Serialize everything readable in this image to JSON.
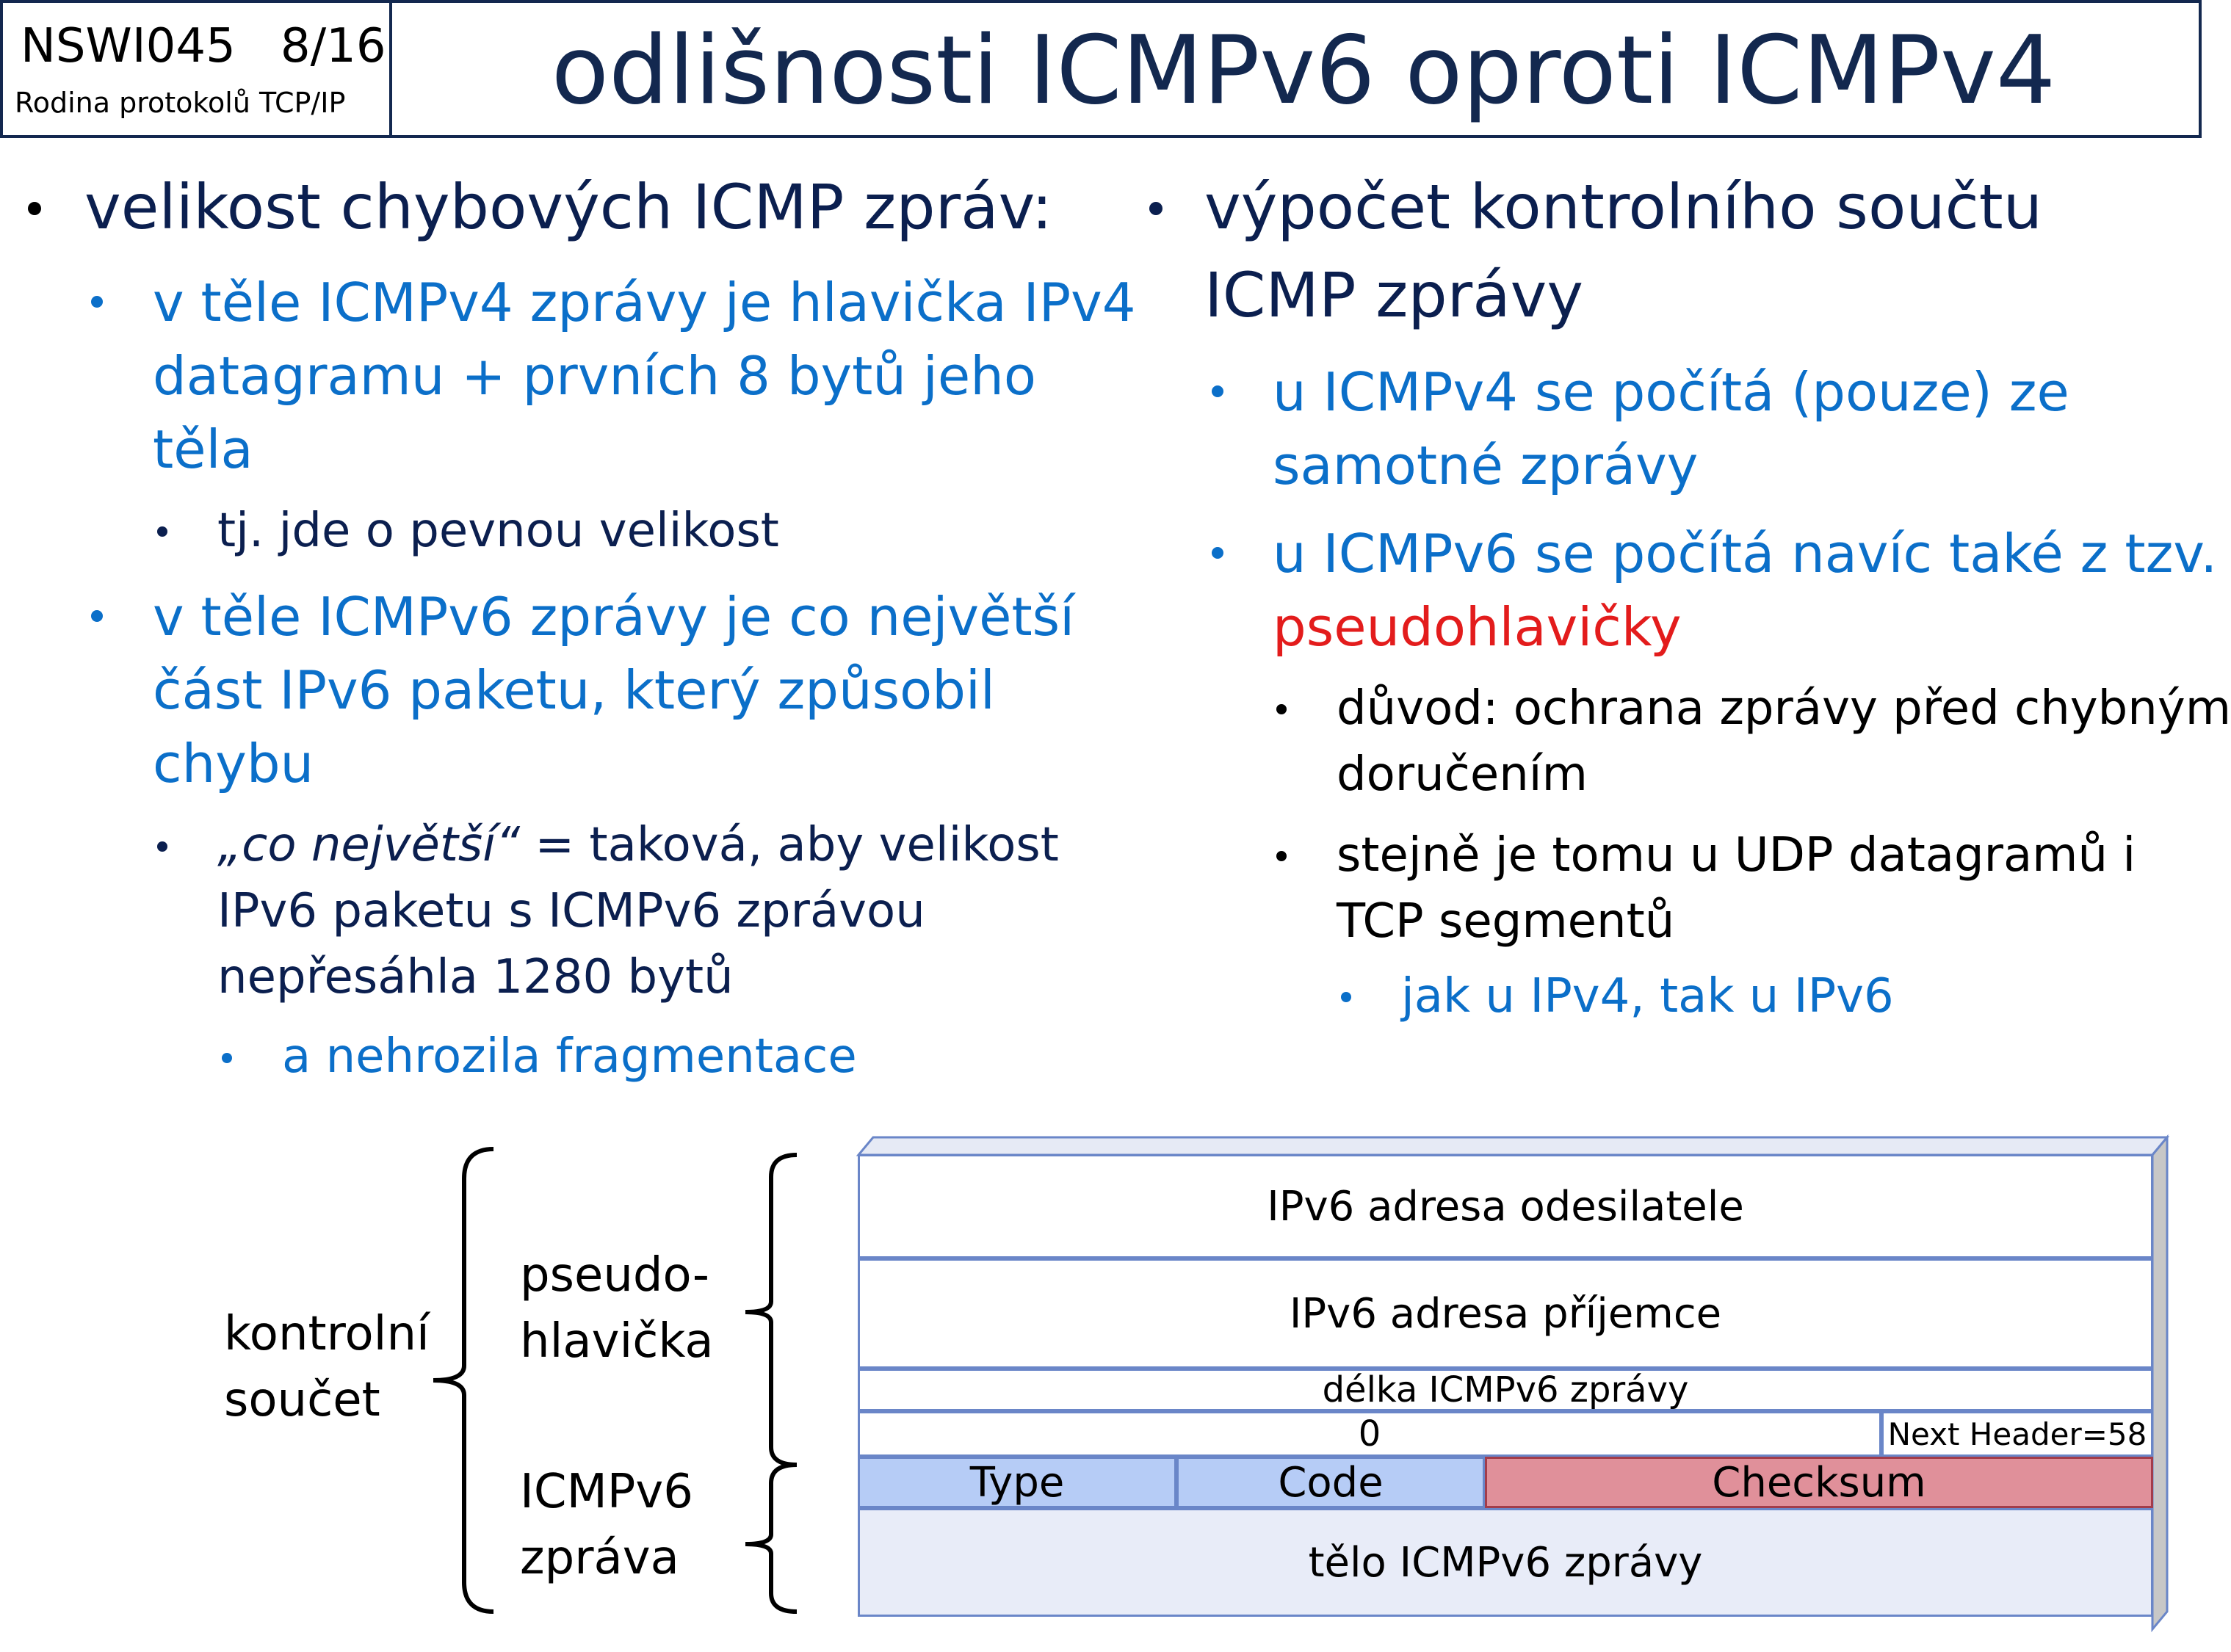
{
  "header": {
    "course_code": "NSWI045   8/16",
    "course_subtitle": "Rodina protokolů TCP/IP",
    "title": "odlišnosti ICMPv6 oproti ICMPv4"
  },
  "left": {
    "l1": "velikost chybových ICMP zpráv:",
    "a1": "v těle ICMPv4 zprávy je hlavička IPv4",
    "a2": "datagramu + prvních 8 bytů jeho",
    "a3": "těla",
    "a_sub": "tj. jde o pevnou velikost",
    "b1": "v těle ICMPv6 zprávy je co největší",
    "b2": "část IPv6 paketu, který způsobil",
    "b3": "chybu",
    "c1_italic": "„co největší“",
    "c1_rest": " = taková, aby velikost",
    "c2": "IPv6 paketu s ICMPv6 zprávou",
    "c3": "nepřesáhla 1280 bytů",
    "d1": "a nehrozila fragmentace"
  },
  "right": {
    "l1a": "výpočet kontrolního součtu",
    "l1b": "ICMP zprávy",
    "a1": "u ICMPv4 se počítá (pouze) ze",
    "a2": "samotné zprávy",
    "b1": "u ICMPv6 se počítá navíc také z tzv.",
    "b2": "pseudohlavičky",
    "c1": "důvod: ochrana zprávy před chybným",
    "c2": "doručením",
    "d1": "stejně je tomu u UDP datagramů i",
    "d2": "TCP segmentů",
    "e1": "jak u IPv4, tak u IPv6"
  },
  "diagram": {
    "checksum_label_1": "kontrolní",
    "checksum_label_2": "součet",
    "pseudo_label_1": "pseudo-",
    "pseudo_label_2": "hlavička",
    "icmp_label_1": "ICMPv6",
    "icmp_label_2": "zpráva",
    "rows": {
      "src": "IPv6 adresa odesilatele",
      "dst": "IPv6 adresa příjemce",
      "len": "délka ICMPv6 zprávy",
      "zero": "0",
      "next": "Next Header=58",
      "type": "Type",
      "code": "Code",
      "checksum": "Checksum",
      "body": "tělo ICMPv6 zprávy"
    },
    "colors": {
      "border": "#6a86c8",
      "type_code_fill": "#b6ccf6",
      "checksum_fill": "#e0909a",
      "body_fill": "#e8ecf8"
    }
  }
}
